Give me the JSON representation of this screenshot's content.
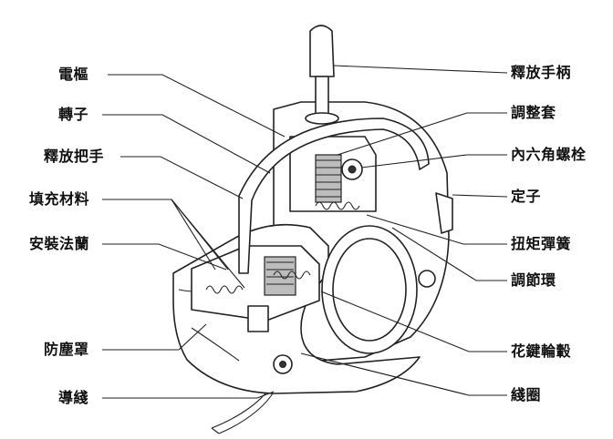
{
  "labels": {
    "left": {
      "electrode": "電樞",
      "rotor": "轉子",
      "release_lever": "釋放把手",
      "filler": "填充材料",
      "mount_flange": "安裝法蘭",
      "dust_cover": "防塵罩",
      "lead_wire": "導綫"
    },
    "right": {
      "release_handle": "釋放手柄",
      "adjust_sleeve": "調整套",
      "hex_bolt": "內六角螺栓",
      "stator": "定子",
      "torque_spring": "扭矩彈簧",
      "adjust_ring": "調節環",
      "spline_hub": "花鍵輪轂",
      "coil": "綫圈"
    }
  }
}
